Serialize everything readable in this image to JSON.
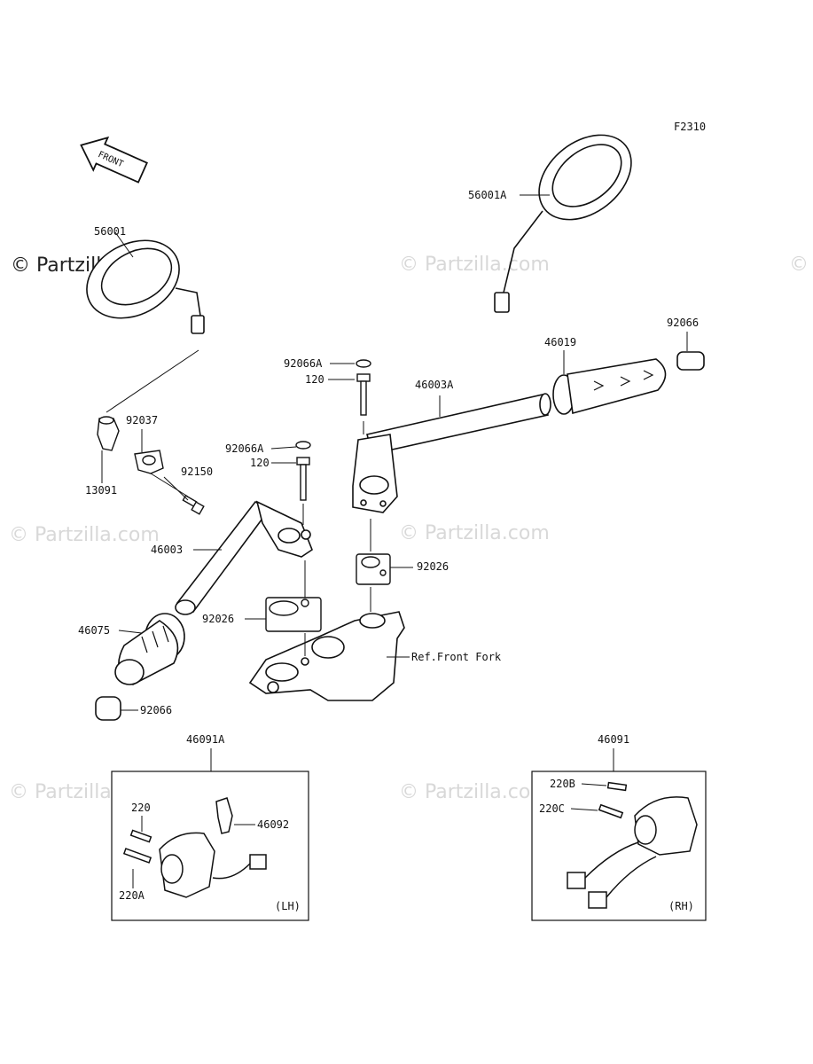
{
  "figure_code": "F2310",
  "front_badge": "FRONT",
  "watermark": "© Partzilla.com",
  "parts": {
    "mirror_left": "56001",
    "mirror_right": "56001A",
    "grip_right": "46019",
    "end_cap_right": "92066",
    "washer_upper": "92066A",
    "bolt_upper": "120",
    "handlebar_right": "46003A",
    "holder_13091": "13091",
    "clamp_92037": "92037",
    "washer_lower": "92066A",
    "bolt_lower": "120",
    "screw_92150": "92150",
    "handlebar_left": "46003",
    "spacer_right": "92026",
    "spacer_left": "92026",
    "grip_left": "46075",
    "front_fork_ref": "Ref.Front Fork",
    "end_cap_left": "92066"
  },
  "switch_lh": {
    "assembly": "46091A",
    "screw_220": "220",
    "screw_220a": "220A",
    "lever_46092": "46092",
    "side": "(LH)"
  },
  "switch_rh": {
    "assembly": "46091",
    "screw_220b": "220B",
    "screw_220c": "220C",
    "side": "(RH)"
  }
}
